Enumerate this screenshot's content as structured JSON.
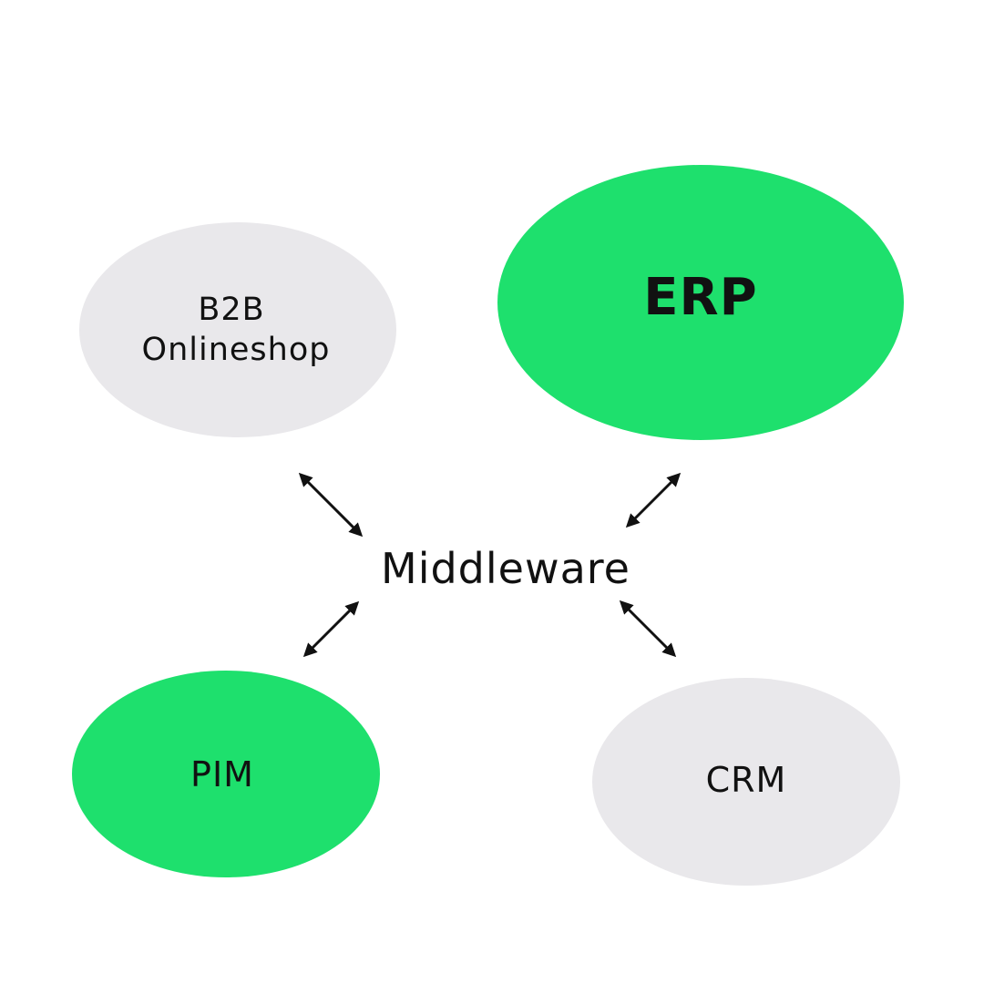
{
  "diagram": {
    "hub": {
      "label": "Middleware"
    },
    "nodes": {
      "b2b": {
        "line1": "B2B",
        "line2": "Onlineshop",
        "fill": "#e9e8eb"
      },
      "erp": {
        "label": "ERP",
        "fill": "#1ee06d"
      },
      "pim": {
        "label": "PIM",
        "fill": "#1ee06d"
      },
      "crm": {
        "label": "CRM",
        "fill": "#e9e8eb"
      }
    },
    "connector_color": "#111111"
  }
}
